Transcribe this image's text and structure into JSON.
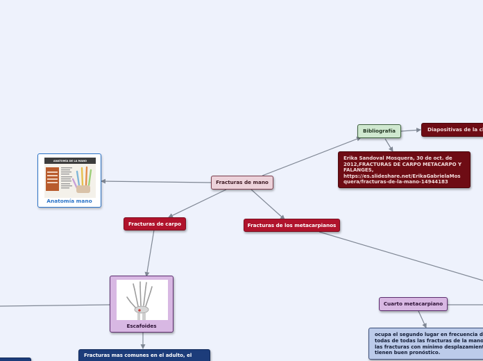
{
  "mindmap": {
    "central": "Fracturas de mano",
    "bibliografia": "Bibliografía",
    "diapositivas": "Diapositivas de la cl",
    "reference_lines": [
      "Erika Sandoval Mosquera, 30 de oct. de",
      "2012,FRACTURAS DE CARPO METACARPO Y",
      "FALANGES,",
      "https://es.slideshare.net/ErikaGabrielaMos",
      "quera/fracturas-de-la-mano-14944183"
    ],
    "anatomia": "Anatomía mano",
    "anatomia_image_title": "ANATOMÍA DE LA MANO",
    "carpo": "Fracturas de carpo",
    "metacarpianos": "Fracturas de los metacarpianos",
    "escafoides": "Escafoides",
    "escafoides_desc": "Fracturas mas comunes en el adulto, el",
    "cuarto": "Cuarto metacarpiano",
    "cuarto_desc_lines": [
      "ocupa el segundo lugar en frecuencia de",
      "todas de todas las fracturas de la mano.",
      "las fracturas con mínimo desplazamient",
      "tienen buen pronóstico."
    ]
  },
  "colors": {
    "background": "#eef2fc",
    "connector": "#7f8794",
    "central": "#ecd2da",
    "main_branch": "#b0132c",
    "reference": "#6e0c14",
    "bibliography": "#cfe8cf",
    "subtopic": "#d8b8e3",
    "note_dark": "#1c3c7a",
    "note_light": "#bccbea",
    "image_frame": "#2a73c8"
  },
  "icons": {
    "anatomia": "hand-anatomy-image",
    "escafoides": "hand-xray-image"
  }
}
